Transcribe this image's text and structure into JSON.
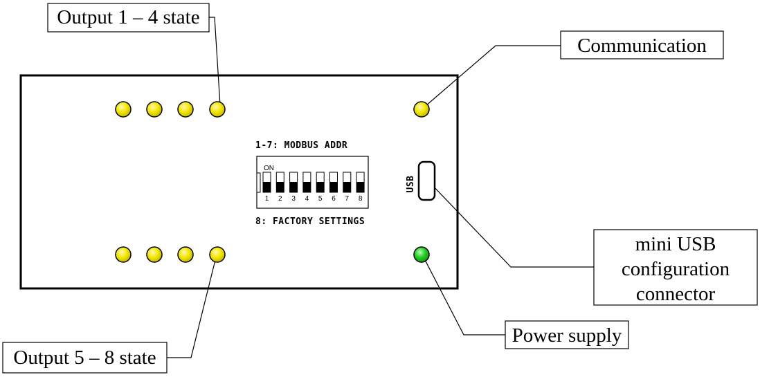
{
  "callouts": {
    "outputs_top": "Output 1 – 4 state",
    "outputs_bottom": "Output 5 – 8 state",
    "communication": "Communication",
    "usb_line1": "mini USB",
    "usb_line2": "configuration",
    "usb_line3": "connector",
    "power": "Power supply"
  },
  "board": {
    "dip_top_label": "1-7: MODBUS ADDR",
    "dip_bottom_label": "8: FACTORY SETTINGS",
    "dip_on_label": "ON",
    "dip_numbers": [
      "1",
      "2",
      "3",
      "4",
      "5",
      "6",
      "7",
      "8"
    ],
    "usb_label": "USB"
  },
  "colors": {
    "led_yellow": "#f2e600",
    "led_green": "#22cc22",
    "board_fill": "#ffffff",
    "stroke": "#000000"
  }
}
